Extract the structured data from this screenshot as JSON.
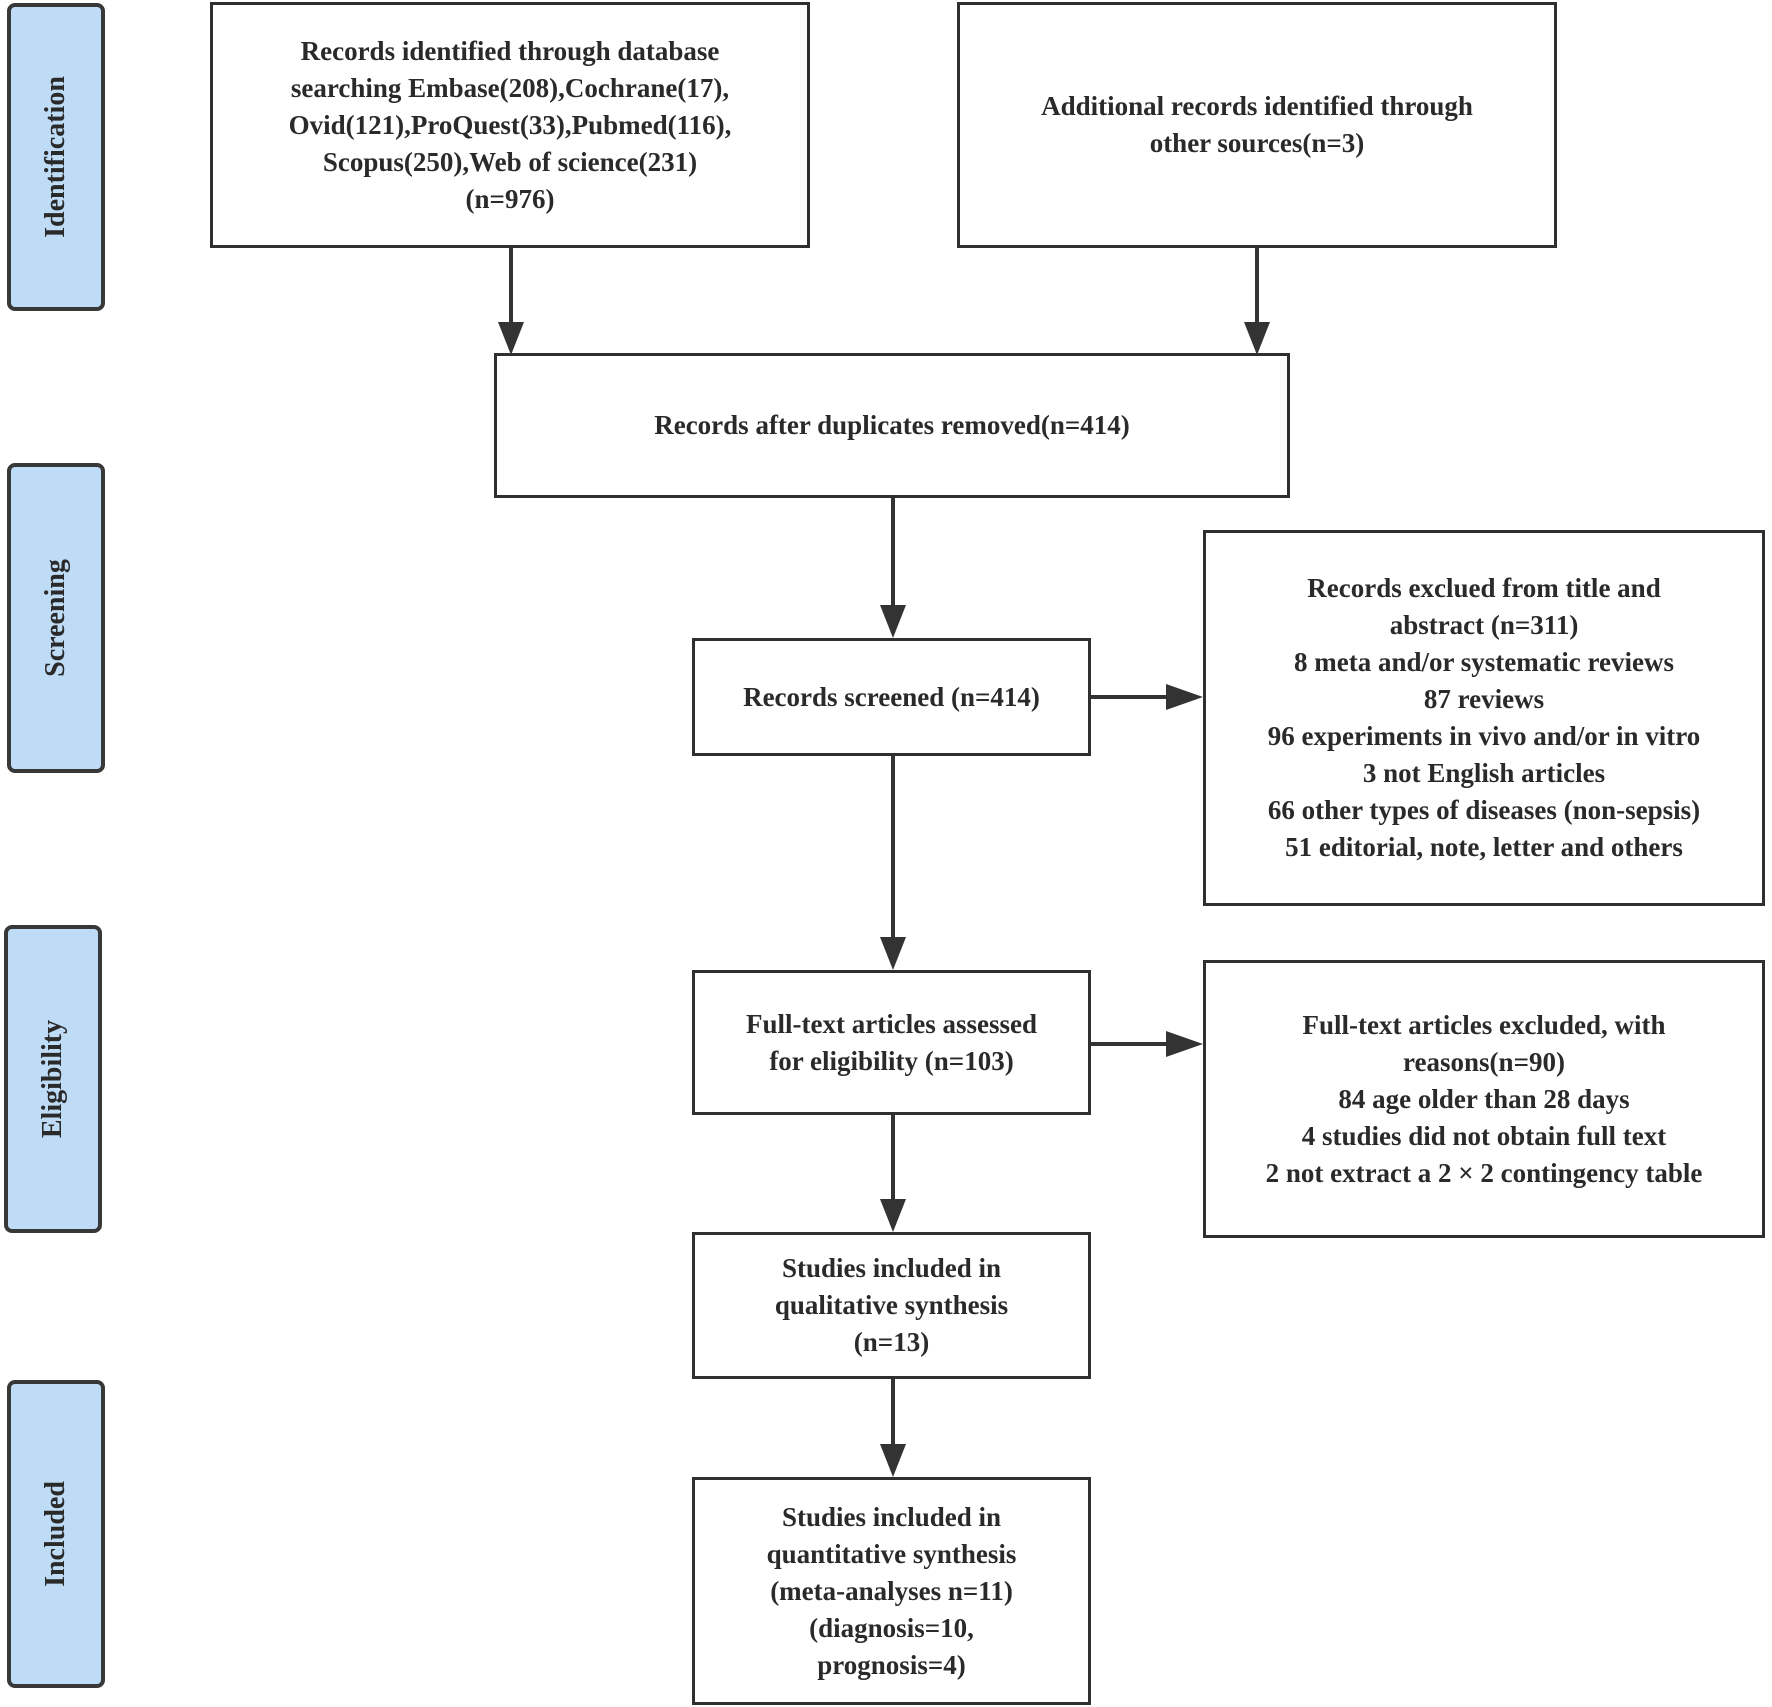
{
  "stages": {
    "identification": "Identification",
    "screening": "Screening",
    "eligibility": "Eligibility",
    "included": "Included"
  },
  "boxes": {
    "database_search": {
      "lines": [
        "Records identified through database",
        "searching Embase(208),Cochrane(17),",
        "Ovid(121),ProQuest(33),Pubmed(116),",
        "Scopus(250),Web of science(231)",
        "(n=976)"
      ]
    },
    "other_sources": {
      "lines": [
        "Additional records identified through",
        "other sources(n=3)"
      ]
    },
    "duplicates_removed": {
      "lines": [
        "Records after duplicates removed(n=414)"
      ]
    },
    "records_screened": {
      "lines": [
        "Records screened (n=414)"
      ]
    },
    "records_excluded": {
      "lines": [
        "Records exclued from title and",
        "abstract (n=311)",
        "8 meta and/or systematic reviews",
        "87 reviews",
        "96 experiments in vivo and/or in vitro",
        "3 not English articles",
        "66 other types of diseases (non-sepsis)",
        "51 editorial, note,  letter and others"
      ]
    },
    "full_text_assessed": {
      "lines": [
        "Full-text articles assessed",
        "for eligibility (n=103)"
      ]
    },
    "full_text_excluded": {
      "lines": [
        "Full-text articles excluded, with",
        "reasons(n=90)",
        "84 age older than 28 days",
        "4 studies did not obtain full text",
        "2 not extract a 2 × 2 contingency table"
      ]
    },
    "qualitative": {
      "lines": [
        "Studies included in",
        "qualitative synthesis",
        "(n=13)"
      ]
    },
    "quantitative": {
      "lines": [
        "Studies included in",
        "quantitative synthesis",
        "(meta-analyses  n=11)",
        "(diagnosis=10,",
        "prognosis=4)"
      ]
    }
  }
}
